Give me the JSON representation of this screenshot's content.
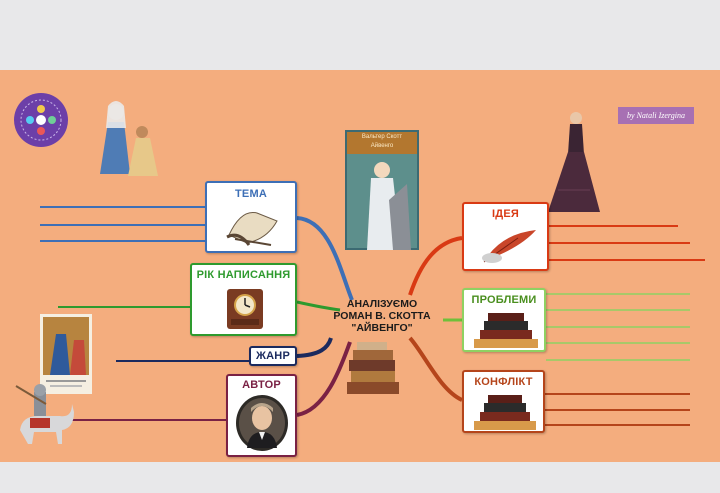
{
  "center": {
    "line1": "АНАЛІЗУЄМО",
    "line2": "РОМАН В. СКОТТА",
    "line3": "\"АЙВЕНГО\""
  },
  "badge": "by Natali Izergina",
  "nodes": {
    "tema": {
      "label": "ТЕМА",
      "color": "#3d6fb6"
    },
    "rik": {
      "label": "РІК НАПИСАННЯ",
      "color": "#2e9a2e"
    },
    "zhanr": {
      "label": "ЖАНР",
      "color": "#1b2a5e"
    },
    "avtor": {
      "label": "АВТОР",
      "color": "#7a2144"
    },
    "ideya": {
      "label": "ІДЕЯ",
      "color": "#d93a14"
    },
    "problemy": {
      "label": "ПРОБЛЕМИ",
      "color": "#6fbf3a"
    },
    "konflikt": {
      "label": "КОНФЛІКТ",
      "color": "#b5451b"
    }
  },
  "book_cover": {
    "title": "Вальтер Скотт",
    "subtitle": "Айвенго"
  },
  "icons": {
    "logo": "circular-logo-icon",
    "lady": "medieval-lady-icon",
    "woman": "victorian-woman-icon",
    "knight": "knight-on-horse-icon",
    "scroll": "scroll-icon",
    "clock": "clock-icon",
    "portrait": "author-portrait-icon",
    "quill": "quill-icon",
    "books": "books-icon"
  }
}
